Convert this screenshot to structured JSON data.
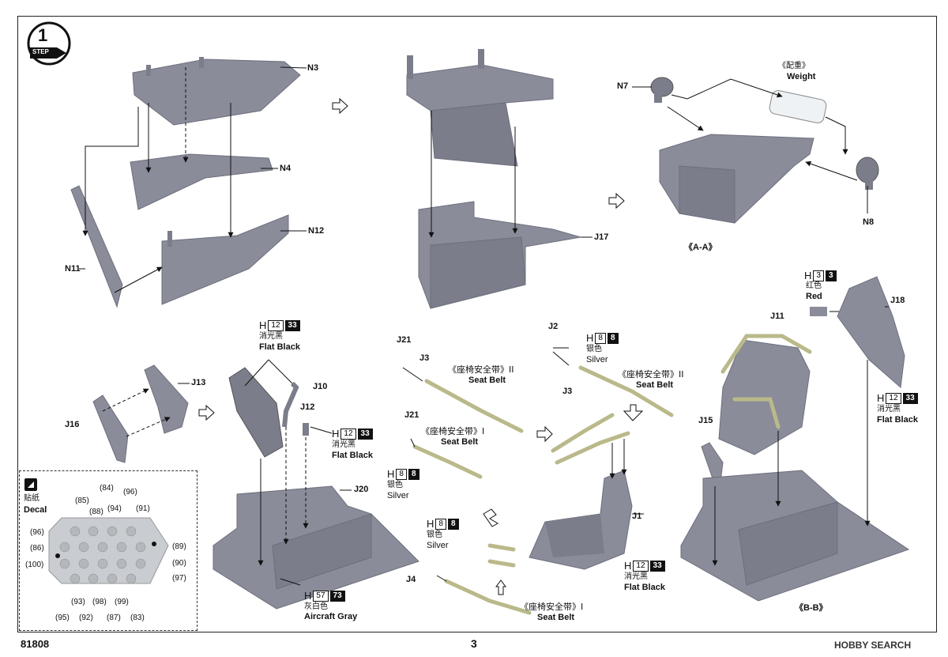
{
  "step": {
    "number": "1",
    "label": "STEP"
  },
  "parts": {
    "n3": "N3",
    "n4": "N4",
    "n11": "N11",
    "n12": "N12",
    "j17": "J17",
    "n7": "N7",
    "n8": "N8",
    "j13": "J13",
    "j16": "J16",
    "j10": "J10",
    "j12": "J12",
    "j20": "J20",
    "j21a": "J21",
    "j3a": "J3",
    "j2": "J2",
    "j3b": "J3",
    "j21b": "J21",
    "j4": "J4",
    "j1": "J1",
    "j11": "J11",
    "j18": "J18",
    "j15": "J15"
  },
  "weight": {
    "zh": "《配重》",
    "en": "Weight"
  },
  "views": {
    "aa": "《A-A》",
    "bb": "《B-B》"
  },
  "seatbelts": [
    {
      "zh": "《座椅安全带》II",
      "en": "Seat Belt"
    },
    {
      "zh": "《座椅安全带》II",
      "en": "Seat Belt"
    },
    {
      "zh": "《座椅安全带》I",
      "en": "Seat Belt"
    },
    {
      "zh": "《座椅安全带》I",
      "en": "Seat Belt"
    }
  ],
  "paints": {
    "red": {
      "h": "H",
      "a": "3",
      "b": "3",
      "zh": "红色",
      "en": "Red"
    },
    "flat1": {
      "h": "H",
      "a": "12",
      "b": "33",
      "zh": "消光黑",
      "en": "Flat Black"
    },
    "flat2": {
      "h": "H",
      "a": "12",
      "b": "33",
      "zh": "消光黑",
      "en": "Flat Black"
    },
    "flat3": {
      "h": "H",
      "a": "12",
      "b": "33",
      "zh": "消光黑",
      "en": "Flat Black"
    },
    "flat4": {
      "h": "H",
      "a": "12",
      "b": "33",
      "zh": "消光黑",
      "en": "Flat Black"
    },
    "silver1": {
      "h": "H",
      "a": "8",
      "b": "8",
      "zh": "银色",
      "en": "Silver"
    },
    "silver2": {
      "h": "H",
      "a": "8",
      "b": "8",
      "zh": "银色",
      "en": "Silver"
    },
    "silver3": {
      "h": "H",
      "a": "8",
      "b": "8",
      "zh": "银色",
      "en": "Silver"
    },
    "gray": {
      "h": "H",
      "a": "57",
      "b": "73",
      "zh": "灰白色",
      "en": "Aircraft Gray"
    }
  },
  "decal": {
    "zh": "贴纸",
    "en": "Decal",
    "numbers": [
      "(84)",
      "(96)",
      "(85)",
      "(88)",
      "(94)",
      "(91)",
      "(96)",
      "(86)",
      "(89)",
      "(100)",
      "(90)",
      "(97)",
      "(93)",
      "(92)",
      "(98)",
      "(87)",
      "(99)",
      "(83)",
      "(95)"
    ]
  },
  "footer": {
    "code": "81808",
    "page": "3",
    "brand": "HOBBY SEARCH"
  },
  "colors": {
    "part": "#8a8c9a",
    "part_dark": "#6d6f7d",
    "belt": "#b9b98a",
    "line": "#111111"
  }
}
